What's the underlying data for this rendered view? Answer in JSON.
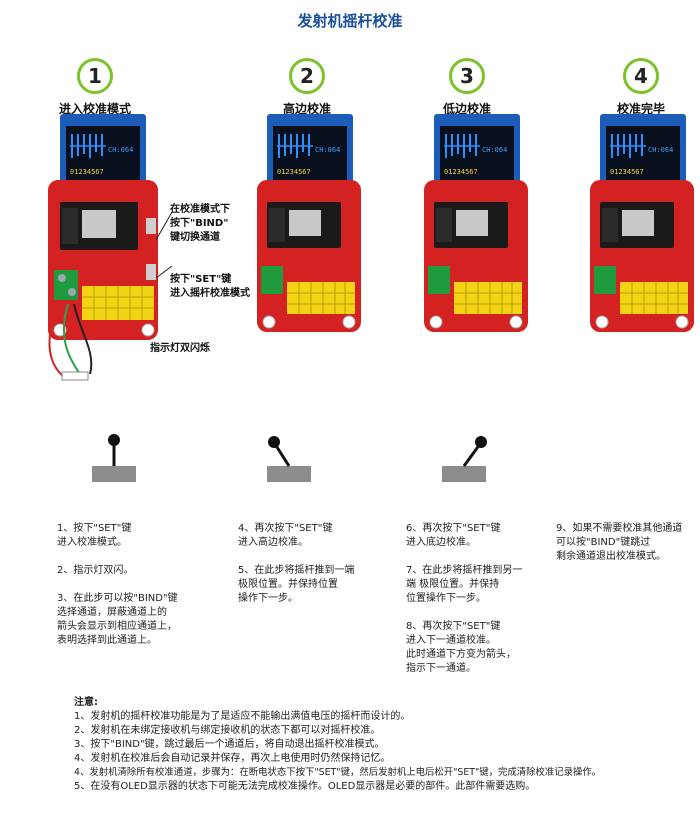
{
  "title": "发射机摇杆校准",
  "steps": [
    {
      "number": "1",
      "label": "进入校准模式"
    },
    {
      "number": "2",
      "label": "高边校准"
    },
    {
      "number": "3",
      "label": "低边校准"
    },
    {
      "number": "4",
      "label": "校准完毕"
    }
  ],
  "screen": {
    "ch": "CH:064",
    "digits": "01234567"
  },
  "callouts": {
    "bind": "在校准模式下\n按下\"BIND\"\n键切换通道",
    "set": "按下\"SET\"键\n进入摇杆校准模式",
    "led": "指示灯双闪烁"
  },
  "instructions": [
    [
      "1、按下\"SET\"键\n    进入校准模式。",
      "2、指示灯双闪。",
      "3、在此步可以按\"BIND\"键\n    选择通道，屏蔽通道上的\n    箭头会显示到相应通道上，\n    表明选择到此通道上。"
    ],
    [
      "4、再次按下\"SET\"键\n    进入高边校准。",
      "5、在此步将摇杆推到一端\n    极限位置。并保持位置\n    操作下一步。"
    ],
    [
      "6、再次按下\"SET\"键\n    进入底边校准。",
      "7、在此步将摇杆推到另一\n    端    极限位置。并保持\n    位置操作下一步。",
      "8、再次按下\"SET\"键\n    进入下一通道校准。\n    此时通道下方变为箭头，\n    指示下一通道。"
    ],
    [
      "9、如果不需要校准其他通道\n    可以按\"BIND\"键跳过\n    剩余通道退出校准模式。"
    ]
  ],
  "notes": {
    "heading": "注意:",
    "items": [
      "1、发射机的摇杆校准功能是为了是适应不能输出满值电压的摇杆而设计的。",
      "2、发射机在未绑定接收机与绑定接收机的状态下都可以对摇杆校准。",
      "3、按下\"BIND\"键，跳过最后一个通道后，将自动退出摇杆校准模式。",
      "4、发射机在校准后会自动记录并保存，再次上电使用时仍然保持记忆。",
      "4、发射机清除所有校准通道，步骤为：在断电状态下按下\"SET\"键，然后发射机上电后松开\"SET\"键，完成清除校准记录操作。",
      "5、在没有OLED显示器的状态下可能无法完成校准操作。OLED显示器是必要的部件。此部件需要选购。"
    ]
  },
  "colors": {
    "accent": "#7cc22a",
    "title": "#1a4f9c",
    "board": "#d42222",
    "screen": "#0a1420"
  }
}
